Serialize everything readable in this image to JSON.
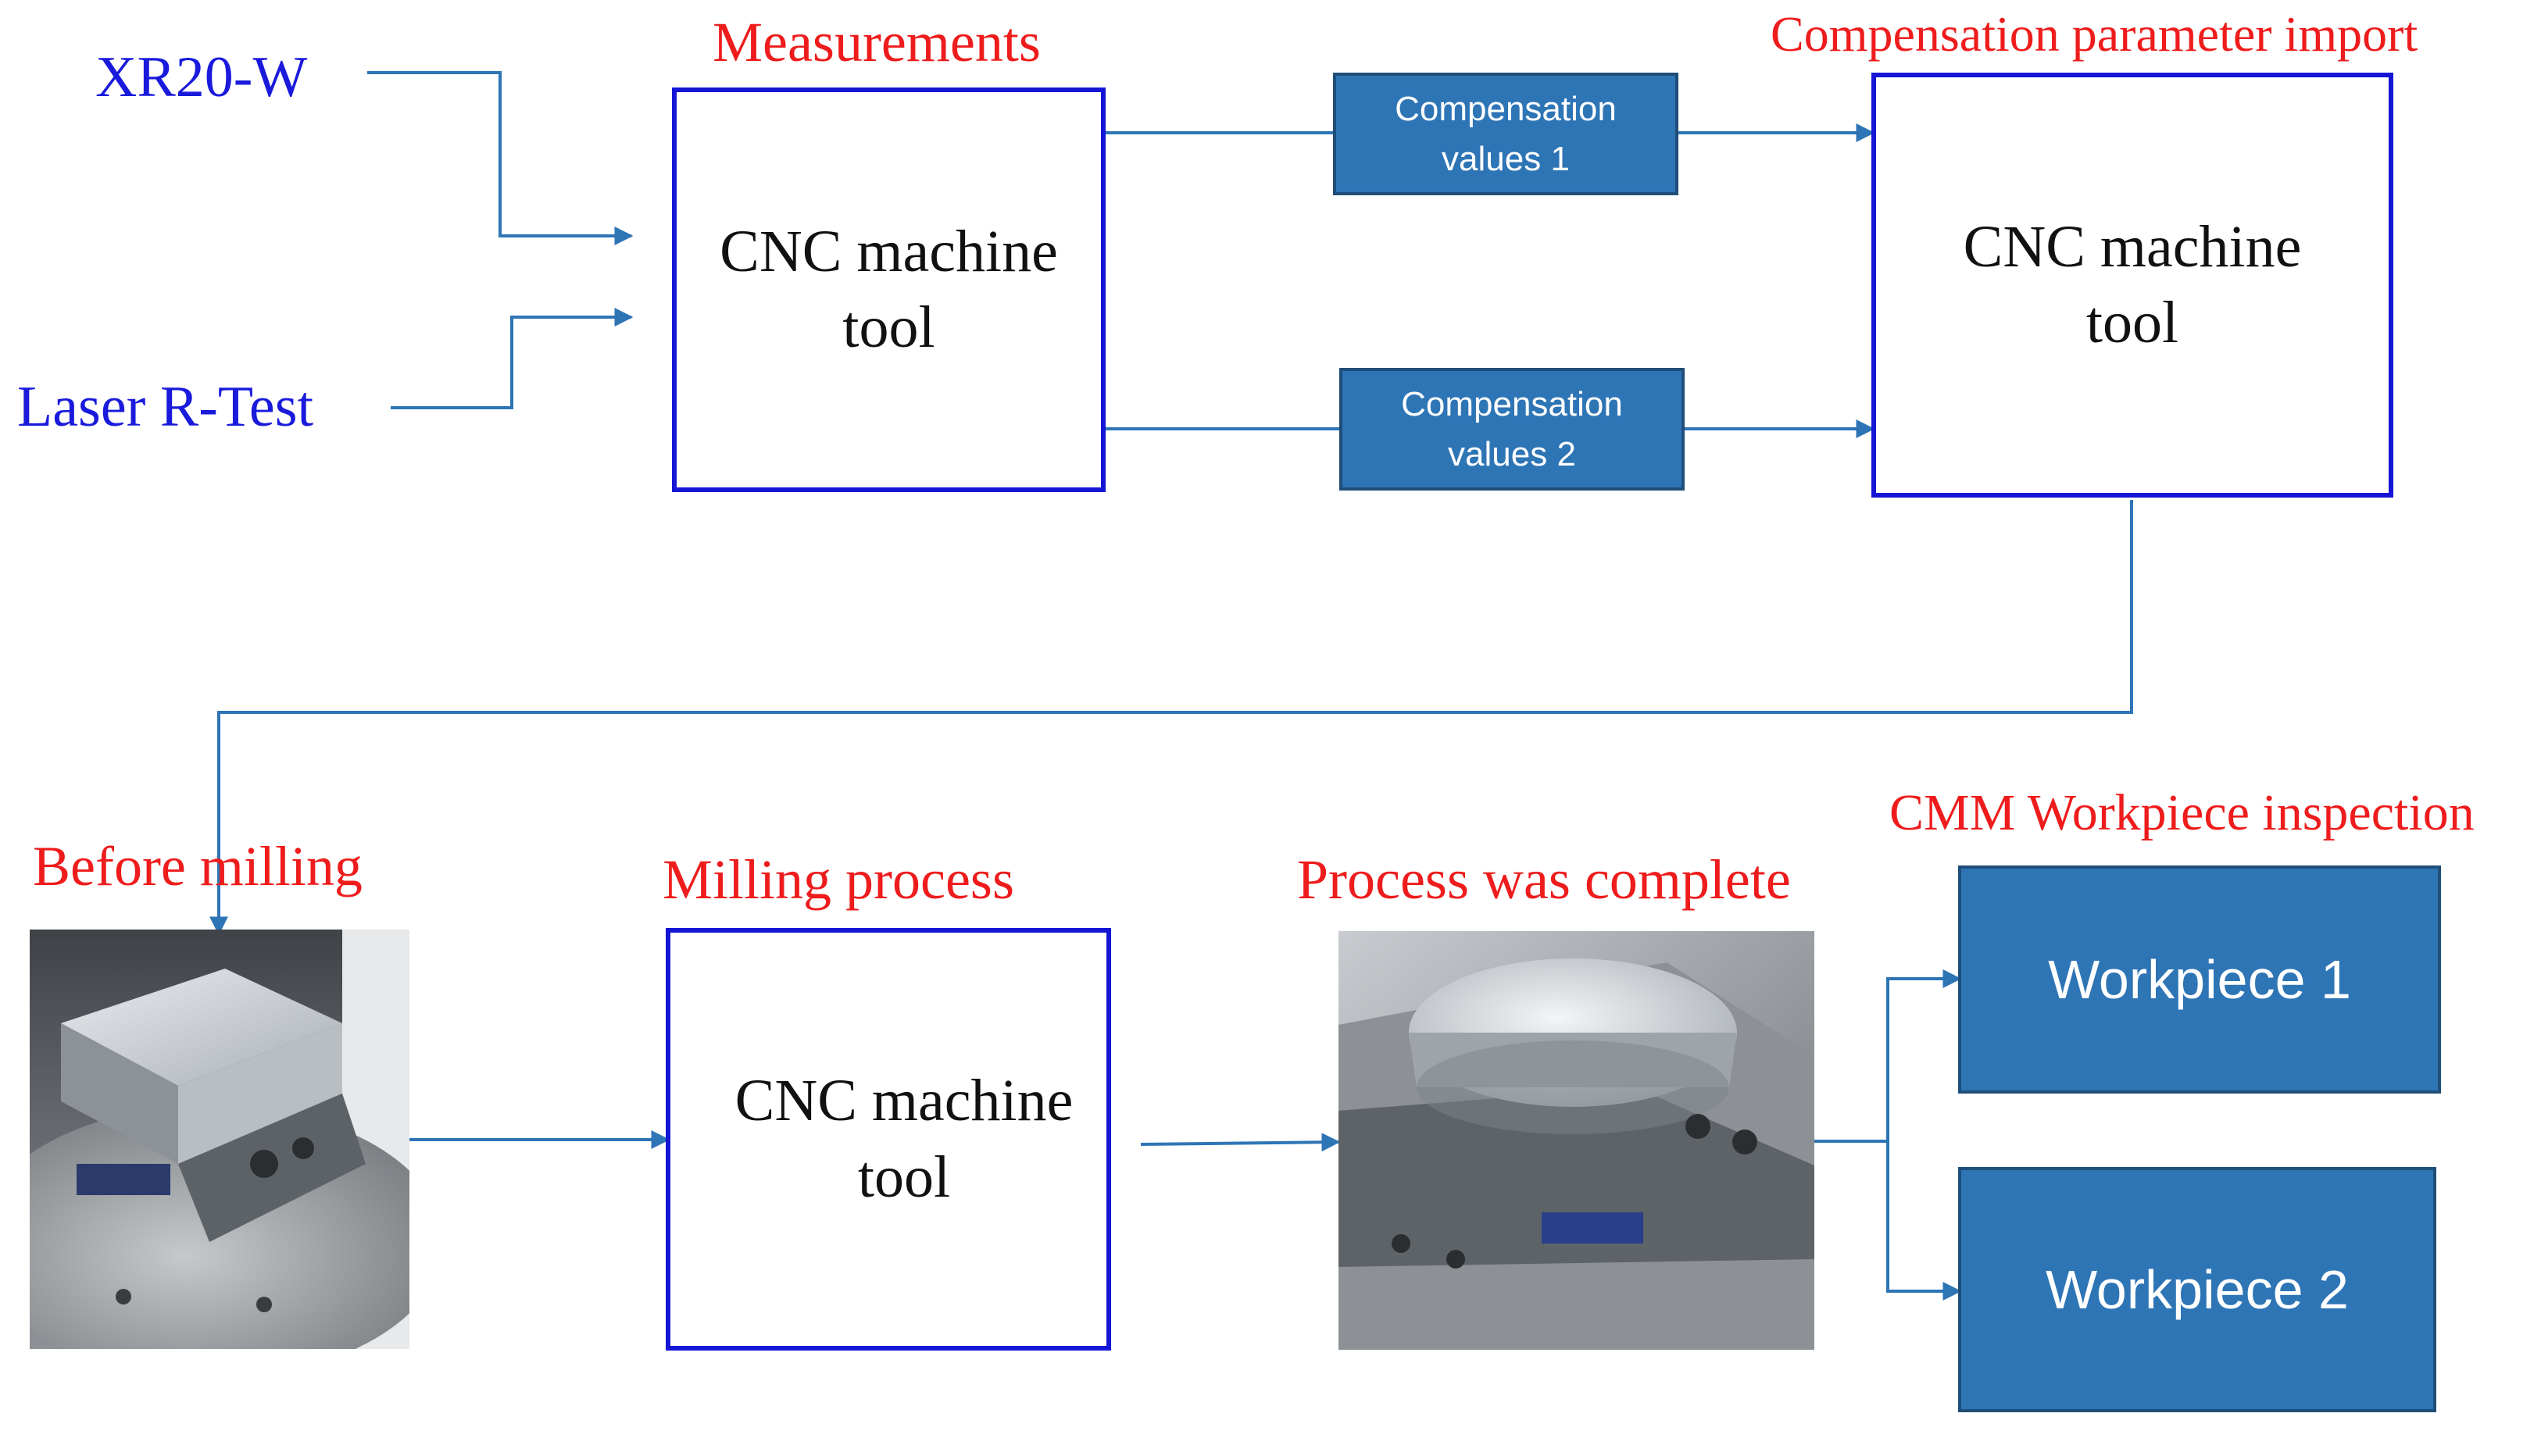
{
  "inputs": {
    "xr20": "XR20-W",
    "laser": "Laser R-Test"
  },
  "stages": {
    "measurements": "Measurements",
    "import": "Compensation parameter import",
    "before": "Before milling",
    "milling": "Milling process",
    "complete": "Process was complete",
    "cmm": "CMM Workpiece inspection"
  },
  "machine_tool": {
    "line1": "CNC machine",
    "line2": "tool"
  },
  "compensation": {
    "v1_line1": "Compensation",
    "v1_line2": "values 1",
    "v2_line1": "Compensation",
    "v2_line2": "values 2"
  },
  "workpieces": {
    "w1": "Workpiece 1",
    "w2": "Workpiece 2"
  },
  "colors": {
    "input_text": "#1a1adc",
    "stage_text": "#ee1c1c",
    "box_border": "#1515d6",
    "fill_box": "#2e75b6",
    "arrow": "#2e75b6"
  }
}
